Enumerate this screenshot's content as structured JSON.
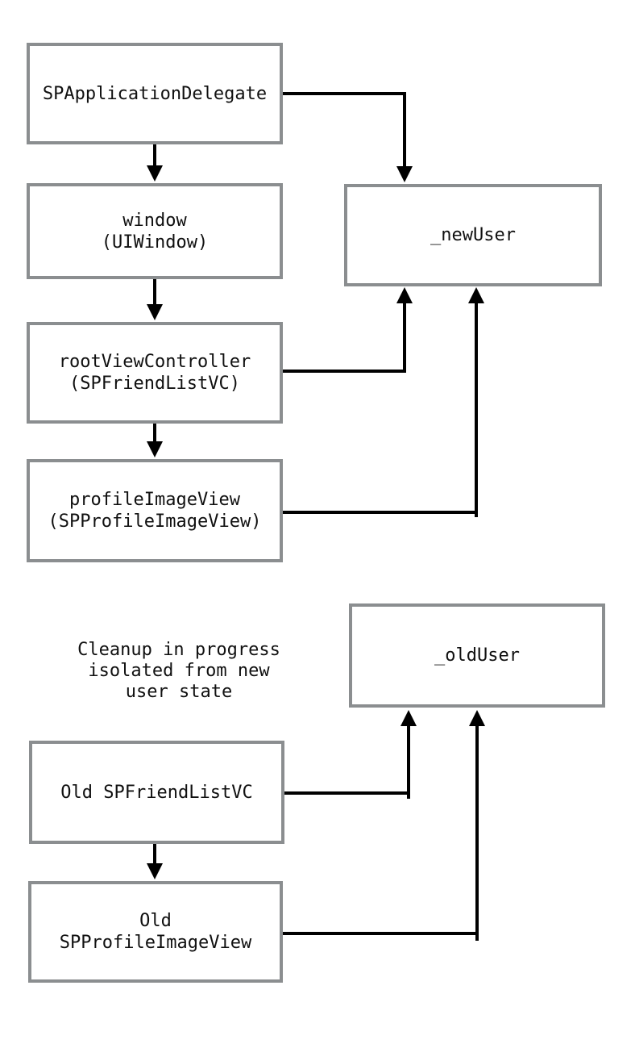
{
  "diagram": {
    "boxes": {
      "app_delegate": "SPApplicationDelegate",
      "window": "window\n(UIWindow)",
      "root_vc": "rootViewController\n(SPFriendListVC)",
      "profile_image_view": "profileImageView\n(SPProfileImageView)",
      "new_user": "_newUser",
      "old_user": "_oldUser",
      "old_friend_vc": "Old SPFriendListVC",
      "old_profile_image_view": "Old\nSPProfileImageView"
    },
    "annotation": "Cleanup in progress\nisolated from new\nuser state",
    "edges": [
      {
        "from": "app_delegate",
        "to": "window"
      },
      {
        "from": "app_delegate",
        "to": "new_user"
      },
      {
        "from": "window",
        "to": "root_vc"
      },
      {
        "from": "root_vc",
        "to": "new_user"
      },
      {
        "from": "root_vc",
        "to": "profile_image_view"
      },
      {
        "from": "profile_image_view",
        "to": "new_user"
      },
      {
        "from": "old_friend_vc",
        "to": "old_user"
      },
      {
        "from": "old_friend_vc",
        "to": "old_profile_image_view"
      },
      {
        "from": "old_profile_image_view",
        "to": "old_user"
      }
    ],
    "colors": {
      "box_border": "#8b8e90",
      "arrow": "#000000",
      "text": "#101010",
      "background": "#ffffff"
    }
  }
}
